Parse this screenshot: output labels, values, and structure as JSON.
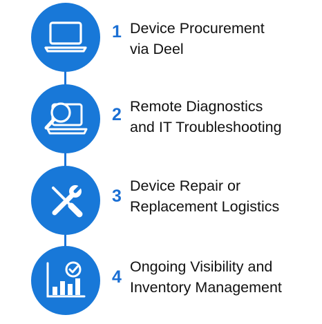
{
  "colors": {
    "accent": "#1878d8",
    "number": "#1a6fd4",
    "text": "#111111",
    "icon": "#ffffff"
  },
  "steps": [
    {
      "number": "1",
      "line1": "Device Procurement",
      "line2": "via Deel",
      "icon": "laptop-icon"
    },
    {
      "number": "2",
      "line1": "Remote Diagnostics",
      "line2": "and IT Troubleshooting",
      "icon": "laptop-magnifier-icon"
    },
    {
      "number": "3",
      "line1": "Device Repair or",
      "line2": "Replacement Logistics",
      "icon": "wrench-screwdriver-icon"
    },
    {
      "number": "4",
      "line1": "Ongoing Visibility and",
      "line2": "Inventory Management",
      "icon": "bar-chart-check-icon"
    }
  ]
}
